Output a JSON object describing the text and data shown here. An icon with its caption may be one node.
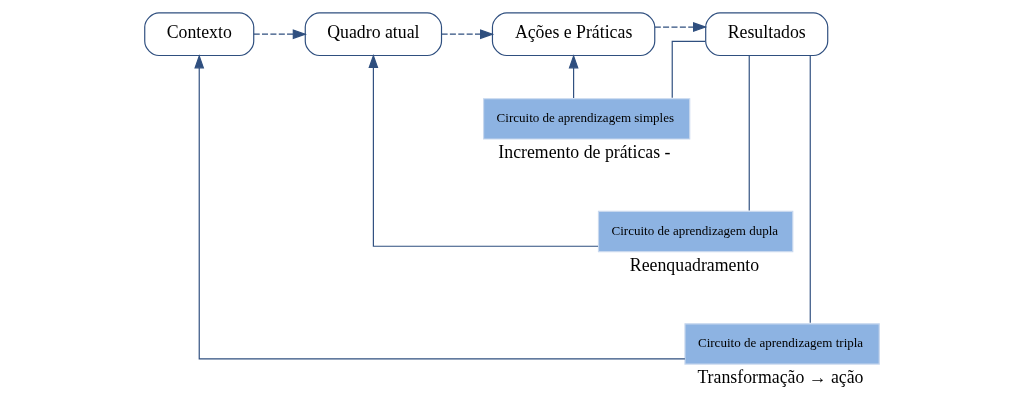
{
  "diagram": {
    "nodes": [
      {
        "text": [
          "Contexto"
        ]
      },
      {
        "text": [
          "Quadro atual"
        ]
      },
      {
        "text": [
          "Ações e Práticas"
        ]
      },
      {
        "text": [
          "Resultados"
        ]
      },
      {
        "text": [
          "Circuito de aprendizagem simples"
        ],
        "beside": [
          "Incremento de práticas -"
        ]
      },
      {
        "text": [
          "Circuito de aprendizagem dupla"
        ],
        "beside": [
          "Reenquadramento"
        ]
      },
      {
        "text": [
          "Circuito de aprendizagem tripla"
        ],
        "beside": [
          "Transformação → ação"
        ]
      }
    ],
    "edges": [
      {
        "from": 0,
        "to": 1,
        "arrow": "to",
        "style": "dashed"
      },
      {
        "from": 1,
        "to": 2,
        "arrow": "to",
        "style": "dashed"
      },
      {
        "from": 2,
        "to": 3,
        "arrow": "to",
        "style": "dashed"
      },
      {
        "from": 3,
        "to": 4,
        "arrow": "none"
      },
      {
        "from": 3,
        "to": 5,
        "arrow": "none"
      },
      {
        "from": 3,
        "to": 6,
        "arrow": "none"
      },
      {
        "from": 4,
        "to": 2,
        "arrow": "to"
      },
      {
        "from": 5,
        "to": 1,
        "arrow": "to"
      },
      {
        "from": 6,
        "to": 0,
        "arrow": "to"
      }
    ]
  }
}
